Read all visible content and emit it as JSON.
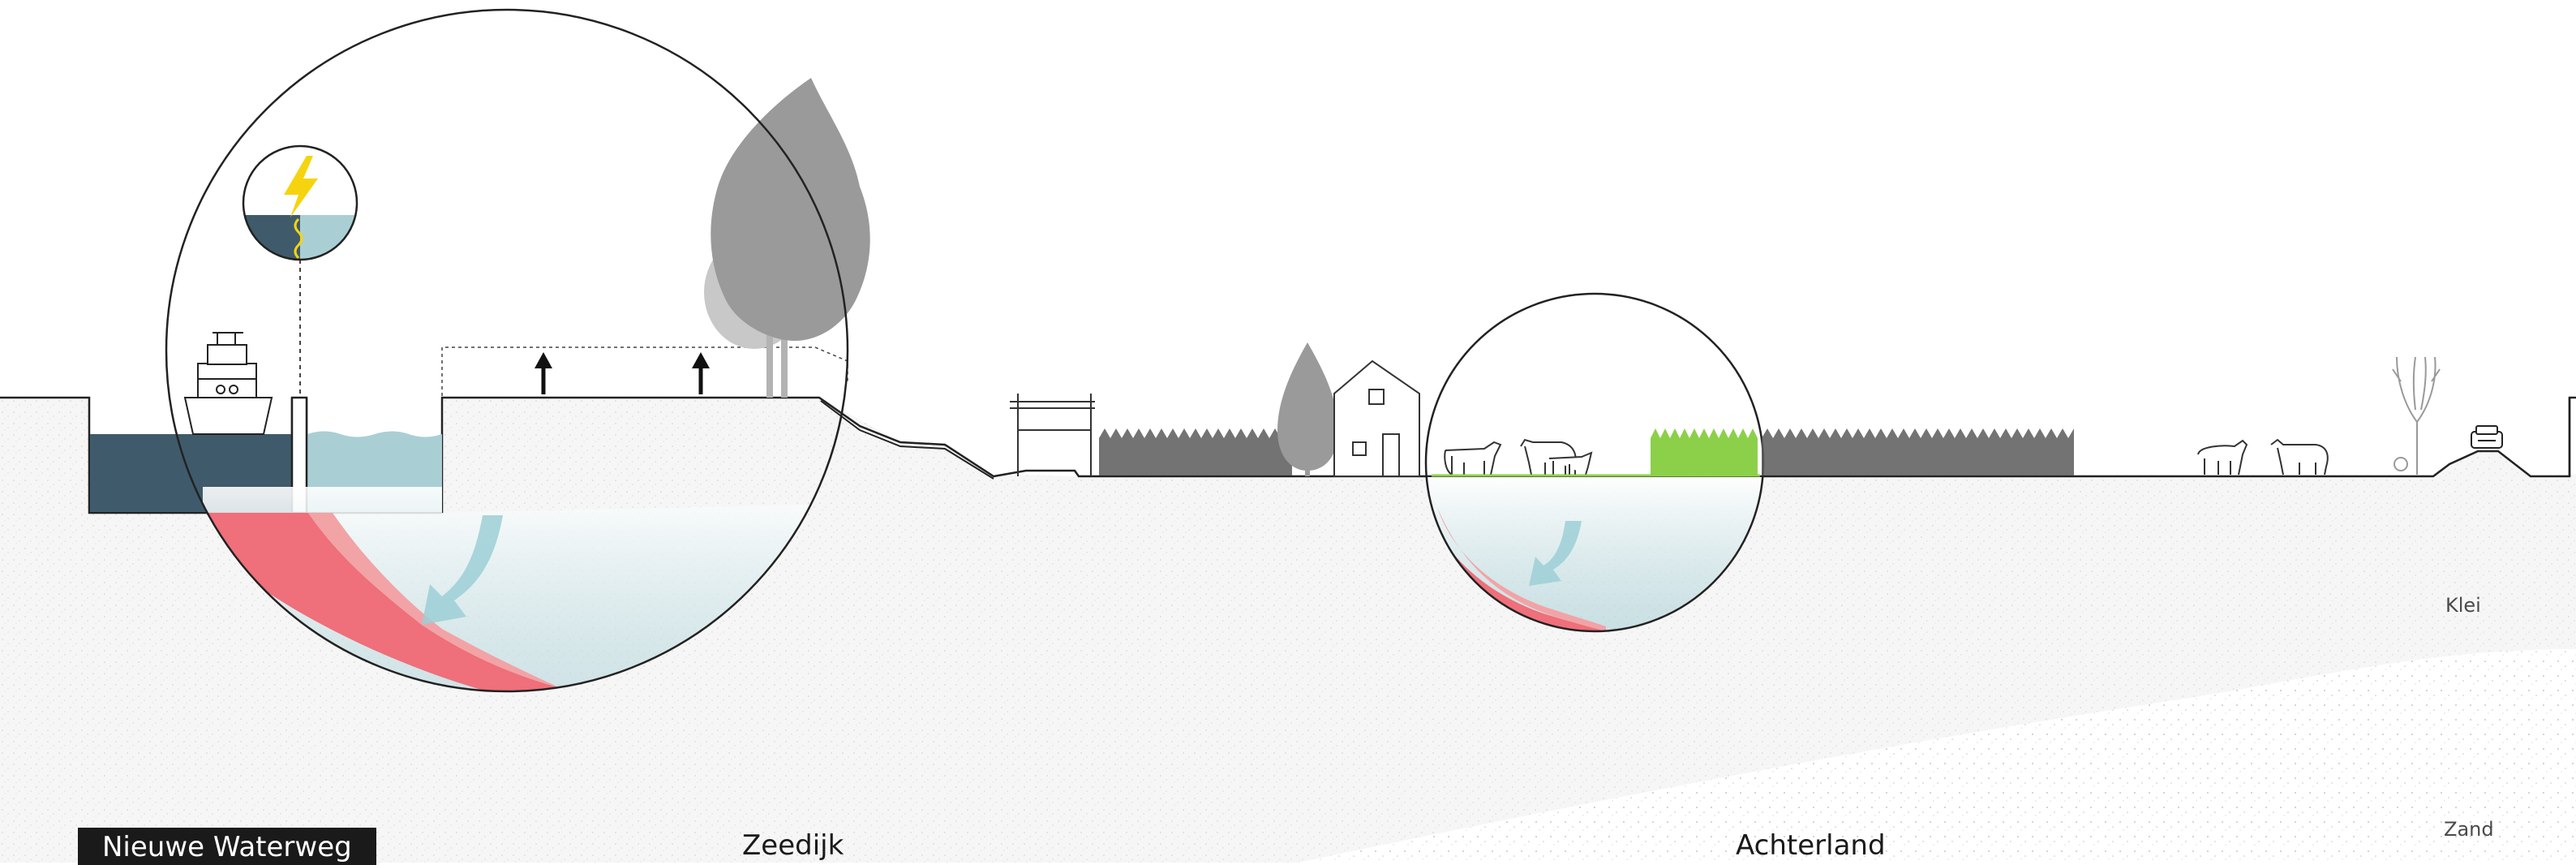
{
  "labels": {
    "nieuwe_waterweg": "Nieuwe Waterweg",
    "zeedijk": "Zeedijk",
    "achterland": "Achterland"
  },
  "soil": {
    "klei": "Klei",
    "zand": "Zand"
  },
  "colors": {
    "deep_water": "#3f5b6b",
    "light_water": "#a9cfd5",
    "saline_red": "#ef6f7a",
    "saline_pink": "#f2a3a6",
    "lightning": "#f5d40f",
    "tree_grey": "#9a9a9a",
    "crop_green": "#8cd04a",
    "crop_dark": "#5a5a5a",
    "line": "#222222"
  },
  "icons": [
    "boat-icon",
    "lightning-icon",
    "tree-icon",
    "house-icon",
    "cow-icon",
    "crop-field-icon",
    "car-icon",
    "bare-tree-icon",
    "up-arrow-icon",
    "flow-arrow-icon"
  ]
}
